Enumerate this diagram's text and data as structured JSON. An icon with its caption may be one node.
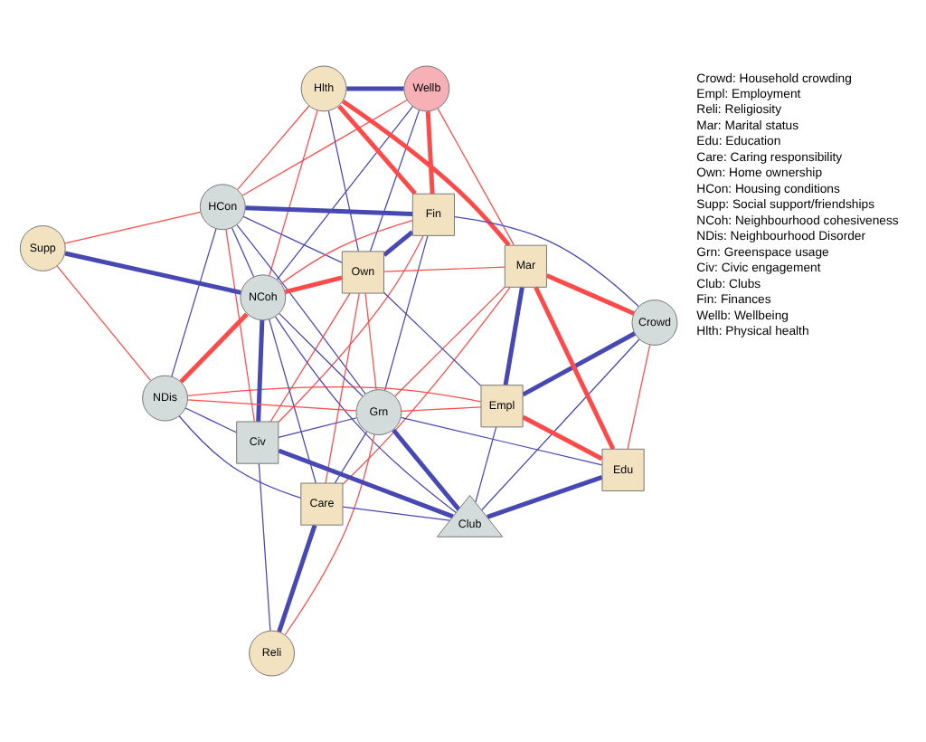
{
  "diagram": {
    "nodes": [
      {
        "text": [
          "Wellb"
        ]
      },
      {
        "text": [
          "Hlth"
        ]
      },
      {
        "text": [
          "HCon"
        ]
      },
      {
        "text": [
          "Fin"
        ]
      },
      {
        "text": [
          "Crowd"
        ]
      },
      {
        "text": [
          "Mar"
        ]
      },
      {
        "text": [
          "Own"
        ]
      },
      {
        "text": [
          "Supp"
        ]
      },
      {
        "text": [
          "Empl"
        ]
      },
      {
        "text": [
          "NCoh"
        ]
      },
      {
        "text": [
          "Grn"
        ]
      },
      {
        "text": [
          "Edu"
        ]
      },
      {
        "text": [
          "NDis"
        ]
      },
      {
        "text": [
          "Civ"
        ]
      },
      {
        "text": [
          "Club"
        ]
      },
      {
        "text": [
          "Care"
        ]
      },
      {
        "text": [
          "Reli"
        ]
      }
    ],
    "edges": [
      {
        "from": 0,
        "to": 1,
        "arrow": "none",
        "style": "thick"
      },
      {
        "from": 0,
        "to": 3,
        "arrow": "none",
        "style": "thick",
        "color": "#ff4a4a"
      },
      {
        "from": 0,
        "to": 2,
        "arrow": "none",
        "color": "#ff4a4a"
      },
      {
        "from": 0,
        "to": 5,
        "arrow": "none",
        "color": "#ff4a4a"
      },
      {
        "from": 0,
        "to": 6,
        "arrow": "none"
      },
      {
        "from": 0,
        "to": 9,
        "arrow": "none"
      },
      {
        "from": 1,
        "to": 2,
        "arrow": "none",
        "color": "#ff4a4a"
      },
      {
        "from": 1,
        "to": 3,
        "arrow": "none",
        "style": "thick",
        "color": "#ff4a4a"
      },
      {
        "from": 1,
        "to": 5,
        "arrow": "none",
        "style": "thick",
        "color": "#ff4a4a"
      },
      {
        "from": 1,
        "to": 6,
        "arrow": "none"
      },
      {
        "from": 1,
        "to": 9,
        "arrow": "none",
        "color": "#ff4a4a"
      },
      {
        "from": 2,
        "to": 3,
        "arrow": "none",
        "style": "thick"
      },
      {
        "from": 2,
        "to": 6,
        "arrow": "none"
      },
      {
        "from": 2,
        "to": 9,
        "arrow": "none"
      },
      {
        "from": 2,
        "to": 12,
        "arrow": "none"
      },
      {
        "from": 2,
        "to": 10,
        "arrow": "none"
      },
      {
        "from": 2,
        "to": 13,
        "arrow": "none",
        "color": "#ff4a4a"
      },
      {
        "from": 7,
        "to": 2,
        "arrow": "none",
        "color": "#ff4a4a"
      },
      {
        "from": 3,
        "to": 4,
        "arrow": "none"
      },
      {
        "from": 3,
        "to": 6,
        "arrow": "none",
        "style": "thick"
      },
      {
        "from": 3,
        "to": 9,
        "arrow": "none",
        "color": "#ff4a4a"
      },
      {
        "from": 3,
        "to": 10,
        "arrow": "none"
      },
      {
        "from": 3,
        "to": 13,
        "arrow": "none",
        "color": "#ff4a4a"
      },
      {
        "from": 4,
        "to": 5,
        "arrow": "none",
        "style": "thick",
        "color": "#ff4a4a"
      },
      {
        "from": 4,
        "to": 8,
        "arrow": "none",
        "style": "thick"
      },
      {
        "from": 4,
        "to": 11,
        "arrow": "none",
        "color": "#ff4a4a"
      },
      {
        "from": 4,
        "to": 14,
        "arrow": "none"
      },
      {
        "from": 5,
        "to": 8,
        "arrow": "none",
        "style": "thick"
      },
      {
        "from": 5,
        "to": 6,
        "arrow": "none",
        "color": "#ff4a4a"
      },
      {
        "from": 5,
        "to": 11,
        "arrow": "none",
        "style": "thick",
        "color": "#ff4a4a"
      },
      {
        "from": 5,
        "to": 10,
        "arrow": "none",
        "color": "#ff4a4a"
      },
      {
        "from": 5,
        "to": 15,
        "arrow": "none",
        "color": "#ff4a4a"
      },
      {
        "from": 6,
        "to": 8,
        "arrow": "none"
      },
      {
        "from": 6,
        "to": 9,
        "arrow": "none",
        "style": "thick",
        "color": "#ff4a4a"
      },
      {
        "from": 6,
        "to": 10,
        "arrow": "none",
        "color": "#ff4a4a"
      },
      {
        "from": 6,
        "to": 13,
        "arrow": "none",
        "color": "#ff4a4a"
      },
      {
        "from": 6,
        "to": 15,
        "arrow": "none",
        "color": "#ff4a4a"
      },
      {
        "from": 7,
        "to": 9,
        "arrow": "none",
        "style": "thick"
      },
      {
        "from": 7,
        "to": 12,
        "arrow": "none",
        "color": "#ff4a4a"
      },
      {
        "from": 8,
        "to": 11,
        "arrow": "none",
        "style": "thick",
        "color": "#ff4a4a"
      },
      {
        "from": 8,
        "to": 10,
        "arrow": "none",
        "color": "#ff4a4a"
      },
      {
        "from": 8,
        "to": 12,
        "arrow": "none",
        "color": "#ff4a4a"
      },
      {
        "from": 8,
        "to": 14,
        "arrow": "none"
      },
      {
        "from": 9,
        "to": 12,
        "arrow": "none",
        "style": "thick",
        "color": "#ff4a4a"
      },
      {
        "from": 9,
        "to": 13,
        "arrow": "none",
        "style": "thick"
      },
      {
        "from": 9,
        "to": 10,
        "arrow": "none"
      },
      {
        "from": 9,
        "to": 14,
        "arrow": "none"
      },
      {
        "from": 9,
        "to": 15,
        "arrow": "none"
      },
      {
        "from": 10,
        "to": 11,
        "arrow": "none"
      },
      {
        "from": 10,
        "to": 14,
        "arrow": "none",
        "style": "thick"
      },
      {
        "from": 10,
        "to": 13,
        "arrow": "none"
      },
      {
        "from": 10,
        "to": 16,
        "arrow": "none",
        "color": "#ff4a4a"
      },
      {
        "from": 10,
        "to": 15,
        "arrow": "none"
      },
      {
        "from": 10,
        "to": 12,
        "arrow": "none",
        "color": "#ff4a4a"
      },
      {
        "from": 11,
        "to": 14,
        "arrow": "none",
        "style": "thick"
      },
      {
        "from": 12,
        "to": 13,
        "arrow": "none"
      },
      {
        "from": 12,
        "to": 15,
        "arrow": "none"
      },
      {
        "from": 13,
        "to": 14,
        "arrow": "none",
        "style": "thick"
      },
      {
        "from": 13,
        "to": 16,
        "arrow": "none"
      },
      {
        "from": 14,
        "to": 15,
        "arrow": "none"
      },
      {
        "from": 15,
        "to": 16,
        "arrow": "none",
        "style": "thick"
      }
    ],
    "labels": [
      "Crowd: Household crowding",
      "Empl: Employment",
      "Reli: Religiosity",
      "Mar: Marital status",
      "Edu: Education",
      "Care: Caring responsibility",
      "Own: Home ownership",
      "HCon: Housing conditions",
      "Supp: Social support/friendships",
      "NCoh: Neighbourhood cohesiveness",
      "NDis: Neighbourhood Disorder",
      "Grn: Greenspace usage",
      "Civ: Civic engagement",
      "Club: Clubs",
      "Fin: Finances",
      "Wellb: Wellbeing",
      "Hlth: Physical health"
    ]
  }
}
